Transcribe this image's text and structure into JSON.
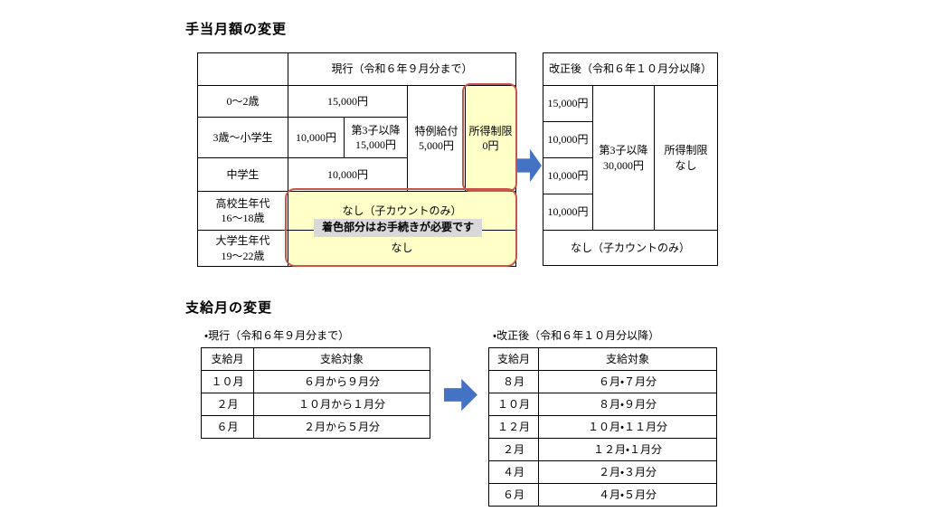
{
  "allowance": {
    "title": "手当月額の変更",
    "current": {
      "header": "現行（令和６年９月分まで）",
      "rows": [
        {
          "label": "0〜2歳",
          "amount": "15,000円"
        },
        {
          "label": "3歳〜小学生",
          "amount": "10,000円",
          "third_child": "第3子以降\n15,000円"
        },
        {
          "label": "中学生",
          "amount": "10,000円"
        },
        {
          "label": "高校生年代\n16〜18歳",
          "amount": "なし（子カウントのみ）"
        },
        {
          "label": "大学生年代\n19〜22歳",
          "amount": "なし"
        }
      ],
      "special_benefit": "特例給付\n5,000円",
      "income_limit": "所得制限\n0円"
    },
    "note": "着色部分はお手続きが必要です",
    "revised": {
      "header": "改正後（令和６年１０月分以降）",
      "amounts": [
        "15,000円",
        "10,000円",
        "10,000円",
        "10,000円"
      ],
      "third_child": "第3子以降\n30,000円",
      "income_limit": "所得制限\nなし",
      "bottom": "なし（子カウントのみ）"
    }
  },
  "payment": {
    "title": "支給月の変更",
    "current": {
      "caption": "・現行（令和６年９月分まで）",
      "headers": [
        "支給月",
        "支給対象"
      ],
      "rows": [
        [
          "１０月",
          "６月から９月分"
        ],
        [
          "２月",
          "１０月から１月分"
        ],
        [
          "６月",
          "２月から５月分"
        ]
      ]
    },
    "revised": {
      "caption": "・改正後（令和６年１０月分以降）",
      "headers": [
        "支給月",
        "支給対象"
      ],
      "rows": [
        [
          "８月",
          "６月・７月分"
        ],
        [
          "１０月",
          "８月・９月分"
        ],
        [
          "１２月",
          "１０月・１１月分"
        ],
        [
          "２月",
          "１２月・１月分"
        ],
        [
          "４月",
          "２月・３月分"
        ],
        [
          "６月",
          "４月・５月分"
        ]
      ]
    }
  },
  "icons": {
    "arrow_between_tables": "arrow-right-icon"
  },
  "colors": {
    "highlight_yellow": "#FFFFC8",
    "highlight_border_red": "#C9544A",
    "arrow_blue": "#4472C4",
    "note_bg": "#D9D9D9",
    "table_border": "#000000"
  }
}
